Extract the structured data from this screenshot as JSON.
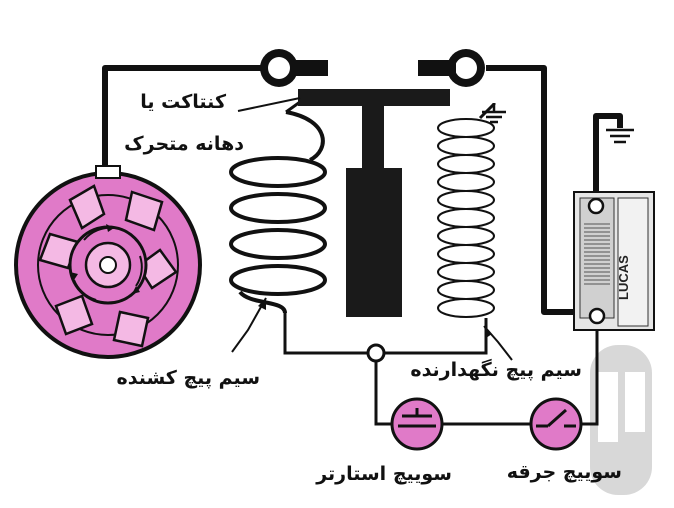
{
  "labels": {
    "contact": "کنتاکت یا",
    "contact_line2": "دهانه متحرک",
    "pull_in_coil": "سیم پیچ کشنده",
    "hold_in_coil": "سیم پیچ نگهدارنده",
    "starter_switch": "سوییچ استارتر",
    "ignition_switch": "سوییچ جرقه",
    "battery_brand": "LUCAS"
  },
  "colors": {
    "wire": "#111111",
    "motor": "#e07ac8",
    "switch": "#e07ac8",
    "plunger": "#1a1a1a",
    "battery": "#d9d9d9",
    "watermark": "#cfcfcf"
  },
  "icons": [
    "motor-icon",
    "ground-icon",
    "battery-icon",
    "switch-icon",
    "watermark-icon"
  ]
}
